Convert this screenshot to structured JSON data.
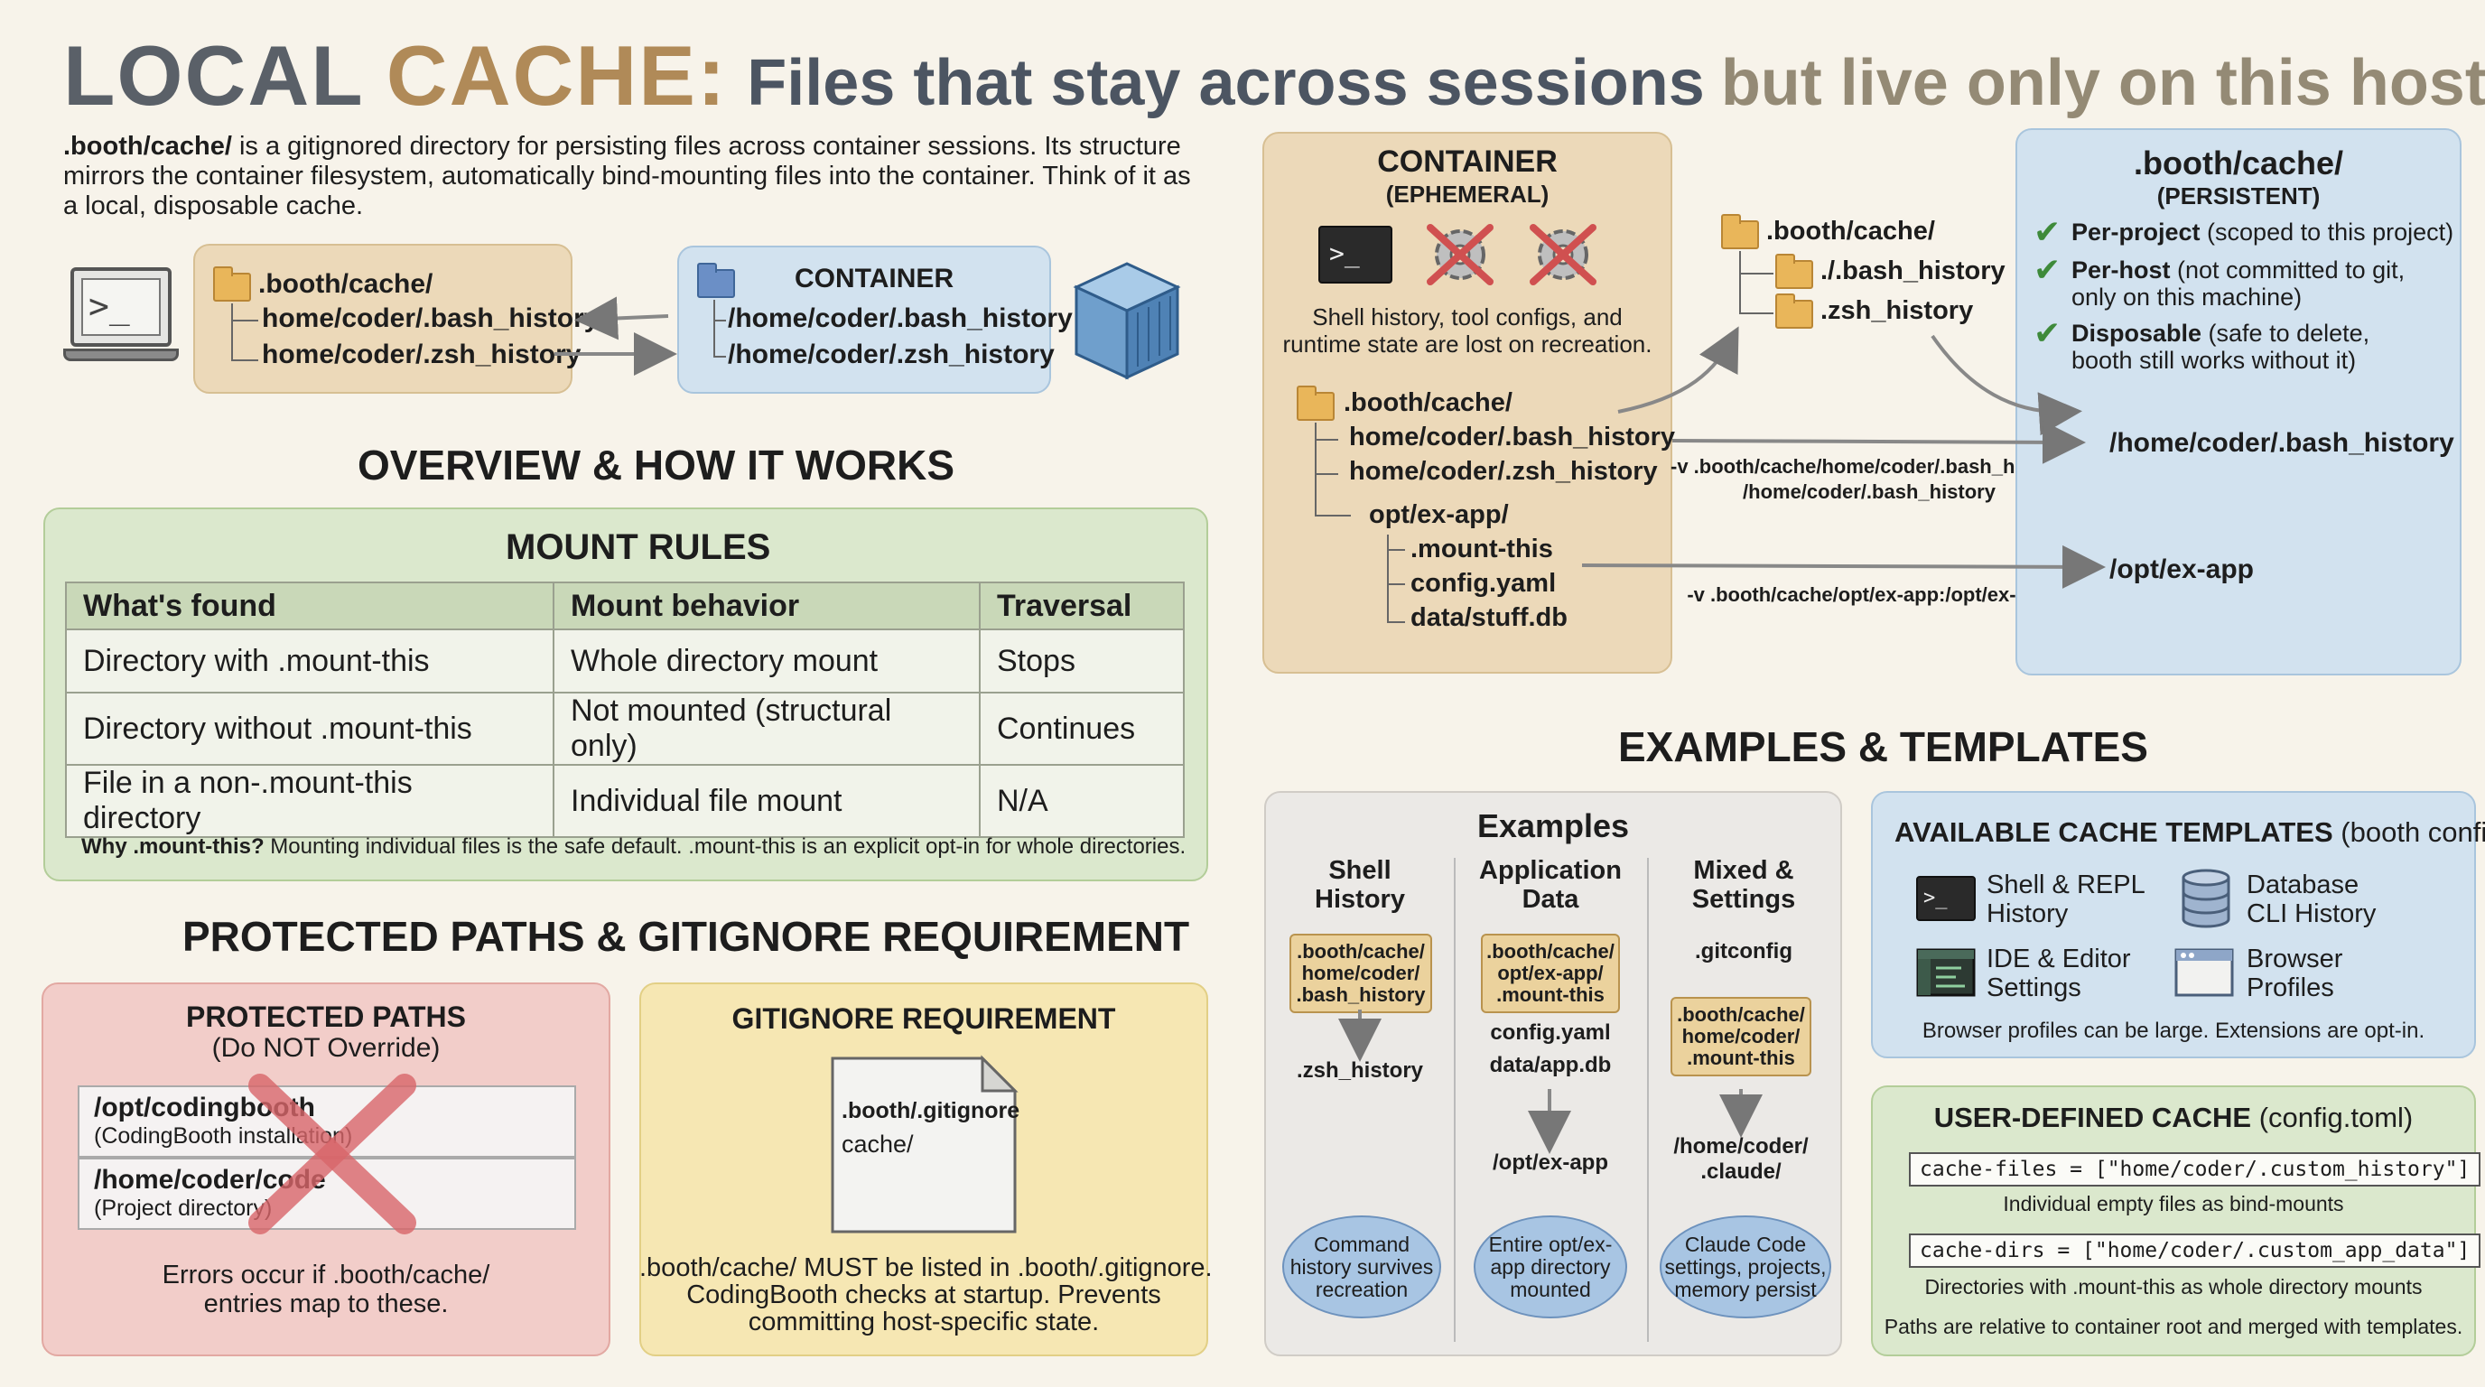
{
  "title": {
    "part1": "LOCAL",
    "part2": "CACHE:",
    "part3": "Files that stay across sessions",
    "part4": "but live only on this host."
  },
  "intro": {
    "bold": ".booth/cache/",
    "text": " is a gitignored directory for persisting files across container sessions. Its structure mirrors the container filesystem, automatically bind-mounting files into the container. Think of it as a local, disposable cache."
  },
  "top_diagram": {
    "host_folder": ".booth/cache/",
    "host_files": [
      "home/coder/.bash_history",
      "home/coder/.zsh_history"
    ],
    "container_label": "CONTAINER",
    "container_files": [
      "/home/coder/.bash_history",
      "/home/coder/.zsh_history"
    ]
  },
  "overview_heading": "OVERVIEW & HOW IT WORKS",
  "mount_rules": {
    "title": "MOUNT RULES",
    "headers": [
      "What's found",
      "Mount behavior",
      "Traversal"
    ],
    "rows": [
      [
        "Directory with .mount-this",
        "Whole directory mount",
        "Stops"
      ],
      [
        "Directory without .mount-this",
        "Not mounted (structural only)",
        "Continues"
      ],
      [
        "File in a non-.mount-this directory",
        "Individual file mount",
        "N/A"
      ]
    ],
    "note_bold": "Why .mount-this?",
    "note": " Mounting individual files is the safe default. .mount-this is an explicit opt-in for whole directories."
  },
  "protected_heading": "PROTECTED PATHS & GITIGNORE REQUIREMENT",
  "protected": {
    "title": "PROTECTED PATHS",
    "subtitle": "(Do NOT Override)",
    "paths": [
      {
        "path": "/opt/codingbooth",
        "desc": "(CodingBooth installation)"
      },
      {
        "path": "/home/coder/code",
        "desc": "(Project directory)"
      }
    ],
    "note_line1": "Errors occur if .booth/cache/",
    "note_line2": "entries map to these."
  },
  "gitignore": {
    "title": "GITIGNORE REQUIREMENT",
    "file_name": ".booth/.gitignore",
    "file_content": "cache/",
    "note_line1": ".booth/cache/ MUST be listed in .booth/.gitignore.",
    "note_line2": "CodingBooth checks at startup. Prevents",
    "note_line3": "committing host-specific state."
  },
  "container_panel": {
    "title": "CONTAINER",
    "subtitle": "(EPHEMERAL)",
    "note_line1": "Shell history, tool configs, and",
    "note_line2": "runtime state are lost on recreation.",
    "tree_root": ".booth/cache/",
    "tree": [
      "home/coder/.bash_history",
      "home/coder/.zsh_history",
      "opt/ex-app/",
      ".mount-this",
      "config.yaml",
      "data/stuff.db"
    ]
  },
  "middle_tree": {
    "root": ".booth/cache/",
    "items": [
      "./.bash_history",
      ".zsh_history"
    ]
  },
  "mount_cmds": {
    "cmd1_line1": "-v .booth/cache/home/coder/.bash_history:",
    "cmd1_line2": "/home/coder/.bash_history",
    "cmd2": "-v .booth/cache/opt/ex-app:/opt/ex-app"
  },
  "persistent_panel": {
    "title": ".booth/cache/",
    "subtitle": "(PERSISTENT)",
    "items": [
      {
        "bold": "Per-project",
        "rest": " (scoped to this project)",
        "rest2": ""
      },
      {
        "bold": "Per-host",
        "rest": " (not committed to git,",
        "rest2": "only on this machine)"
      },
      {
        "bold": "Disposable",
        "rest": " (safe to delete,",
        "rest2": "booth still works without it)"
      }
    ],
    "target1": "/home/coder/.bash_history",
    "target2": "/opt/ex-app"
  },
  "examples_heading": "EXAMPLES & TEMPLATES",
  "examples": {
    "title": "Examples",
    "cols": [
      {
        "h1": "Shell",
        "h2": "History",
        "note": [
          ".booth/cache/",
          "home/coder/",
          ".bash_history"
        ],
        "extra1": ".zsh_history",
        "extra2": "",
        "target": "",
        "bubble": [
          "Command",
          "history survives",
          "recreation"
        ]
      },
      {
        "h1": "Application",
        "h2": "Data",
        "note": [
          ".booth/cache/",
          "opt/ex-app/",
          ".mount-this"
        ],
        "extra1": "config.yaml",
        "extra2": "data/app.db",
        "target": "/opt/ex-app",
        "bubble": [
          "Entire opt/ex-",
          "app directory",
          "mounted"
        ]
      },
      {
        "h1": "Mixed &",
        "h2": "Settings",
        "note": [
          ".booth/cache/",
          "home/coder/",
          ".mount-this"
        ],
        "extra1": ".gitconfig",
        "extra2": "",
        "target": "/home/coder/ .claude/",
        "bubble": [
          "Claude Code",
          "settings, projects,",
          "memory persist"
        ]
      }
    ]
  },
  "templates": {
    "title_bold": "AVAILABLE CACHE TEMPLATES",
    "title_rest": " (booth config)",
    "items": [
      {
        "l1": "Shell & REPL",
        "l2": "History"
      },
      {
        "l1": "Database",
        "l2": "CLI History"
      },
      {
        "l1": "IDE & Editor",
        "l2": "Settings"
      },
      {
        "l1": "Browser",
        "l2": "Profiles"
      }
    ],
    "note": "Browser profiles can be large. Extensions are opt-in."
  },
  "user_cache": {
    "title_bold": "USER-DEFINED CACHE",
    "title_rest": " (config.toml)",
    "code1": "cache-files = [\"home/coder/.custom_history\"]",
    "desc1": "Individual empty files as bind-mounts",
    "code2": "cache-dirs = [\"home/coder/.custom_app_data\"]",
    "desc2": "Directories with .mount-this as whole directory mounts",
    "note": "Paths are relative to container root and merged with templates."
  },
  "colors": {
    "tan": "#ecd9b9",
    "blue": "#d2e2ef",
    "green": "#dbe8cd",
    "red": "#f2cdc9",
    "yellow": "#f6e7b3",
    "check_green": "#3e8a3a"
  },
  "icons": [
    "terminal-icon",
    "folder-icon",
    "container-cube-icon",
    "broken-gear-icon",
    "check-icon",
    "database-icon",
    "ide-icon",
    "browser-icon",
    "document-icon",
    "x-mark-icon"
  ]
}
